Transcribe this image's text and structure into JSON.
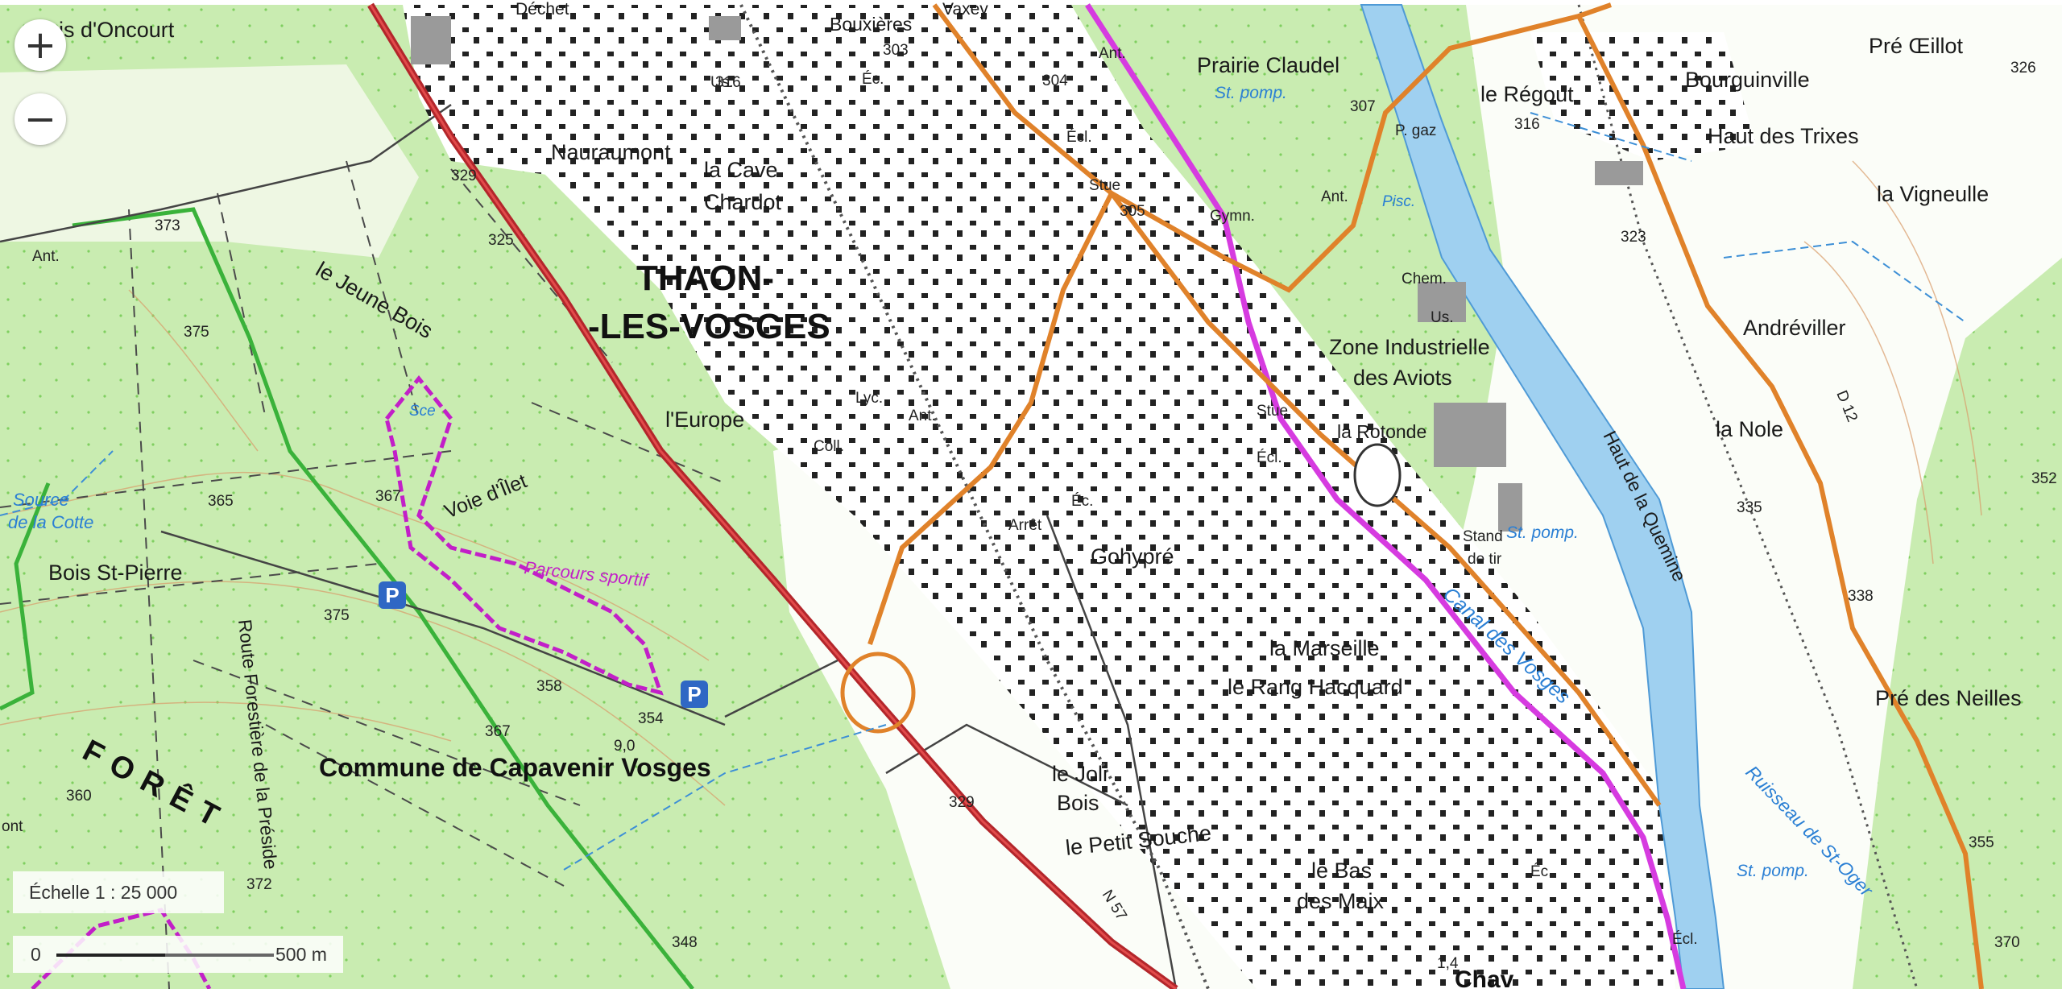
{
  "controls": {
    "zoom_in": "+",
    "zoom_out": "−"
  },
  "scale": {
    "ratio_label": "Échelle 1 : 25 000",
    "bar_start": "0",
    "bar_end": "500 m"
  },
  "labels": {
    "town": [
      "THAON-",
      "-LES-VOSGES"
    ],
    "commune": "Commune de Capavenir Vosges",
    "foret": "FORÊT",
    "places": {
      "bois_oncourt": "Bois d'Oncourt",
      "nauraumont": "Nauraumont",
      "cave": "la Cave",
      "chardot": "Chardot",
      "jeune_bois": "le Jeune Bois",
      "europe": "l'Europe",
      "bois_st_pierre": "Bois St-Pierre",
      "voie_ilet": "Voie d'Îlet",
      "gohypre": "Gohypré",
      "marseille": "la Marseille",
      "rang_hacquard": "le Rang Hacquard",
      "joli": "le Joli",
      "bois": "Bois",
      "petit_souche": "le Petit Souche",
      "bas": "le Bas",
      "maix": "des Maix",
      "prairie_claudel": "Prairie Claudel",
      "regout": "le Régout",
      "bourguinville": "Bourguinville",
      "pre_oeillot": "Pré Œillot",
      "haut_trixes": "Haut des Trixes",
      "vigneulle": "la Vigneulle",
      "andreviller": "Andréviller",
      "nole": "la Nole",
      "pre_neilles": "Pré des Neilles",
      "zone_ind": "Zone Industrielle",
      "aviots": "des Aviots",
      "rotonde": "la Rotonde",
      "route_forestiere": "Route Forestière de la Préside",
      "haut_quemine": "Haut de la Quemine",
      "bouxieres": "Bouxières",
      "vaxey": "Vaxey",
      "dechet": "Déchet",
      "chav": "Chav"
    },
    "water": {
      "source": "Source",
      "cotte": "de la Cotte",
      "st_pomp_1": "St. pomp.",
      "st_pomp_2": "St. pomp.",
      "st_pomp_3": "St. pomp.",
      "canal": "Canal des Vosges",
      "ruisseau": "Ruisseau de St-Oger",
      "sce": "Sce",
      "pisc": "Pisc."
    },
    "trail": "Parcours sportif",
    "abbrev": {
      "us1": "Us.",
      "us2": "Us.",
      "ec1": "Éc.",
      "ec2": "Éc.",
      "ec3": "Éc.",
      "ecl1": "Écl.",
      "ecl2": "Écl.",
      "ecl3": "Écl.",
      "lyc": "Lyc.",
      "coll": "Coll.",
      "ant1": "Ant.",
      "ant2": "Ant.",
      "ant3": "Ant.",
      "ant4": "Ant.",
      "stue1": "Stue",
      "stue2": "Stue",
      "gymn": "Gymn.",
      "chem": "Chem.",
      "arret": "Arrêt",
      "stand": "Stand",
      "tir": "de tir",
      "pgaz": "P. gaz",
      "n57": "N 57",
      "d12": "D 12",
      "ont": "ont",
      "num_90": "9,0",
      "num_14": "1,4"
    },
    "elevations": {
      "e316a": "316",
      "e329a": "329",
      "e325": "325",
      "e373": "373",
      "e375a": "375",
      "e365": "365",
      "e367a": "367",
      "e375b": "375",
      "e358": "358",
      "e354": "354",
      "e367b": "367",
      "e360": "360",
      "e372": "372",
      "e348": "348",
      "e329b": "329",
      "e307": "307",
      "e316b": "316",
      "e326": "326",
      "e323": "323",
      "e335": "335",
      "e338": "338",
      "e352": "352",
      "e355": "355",
      "e370": "370",
      "e303": "303",
      "e304": "304",
      "e305": "305"
    },
    "parking": "P"
  }
}
